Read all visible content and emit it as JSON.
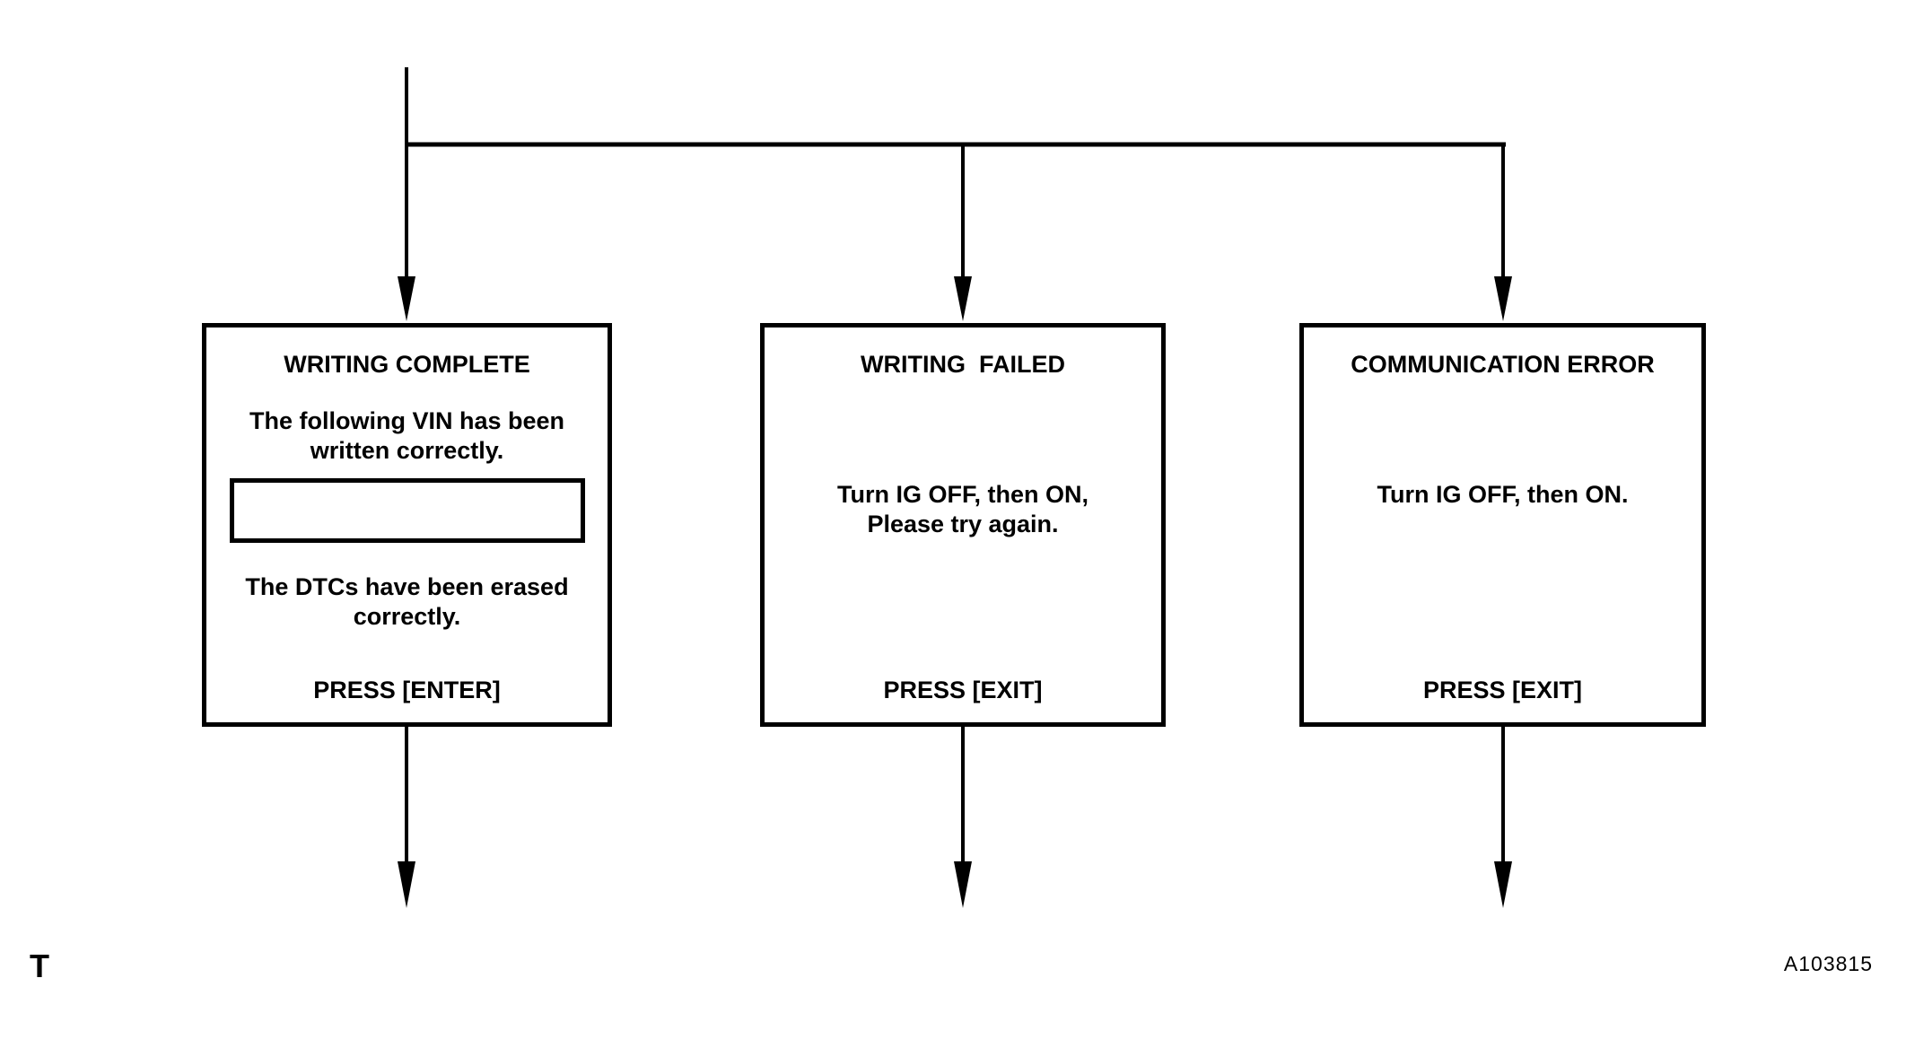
{
  "figure": {
    "footer_left": "T",
    "code": "A103815"
  },
  "colors": {
    "ink": "#000000",
    "background": "#ffffff"
  },
  "boxes": {
    "writing_complete": {
      "title": "WRITING COMPLETE",
      "message_vin": "The following VIN has been\nwritten correctly.",
      "vin_field_value": "",
      "message_dtc": "The DTCs have been erased\ncorrectly.",
      "action": "PRESS [ENTER]"
    },
    "writing_failed": {
      "title": "WRITING  FAILED",
      "message": "Turn IG OFF, then ON,\nPlease try again.",
      "action": "PRESS [EXIT]"
    },
    "communication_error": {
      "title": "COMMUNICATION ERROR",
      "message": "Turn IG OFF, then ON.",
      "action": "PRESS [EXIT]"
    }
  }
}
